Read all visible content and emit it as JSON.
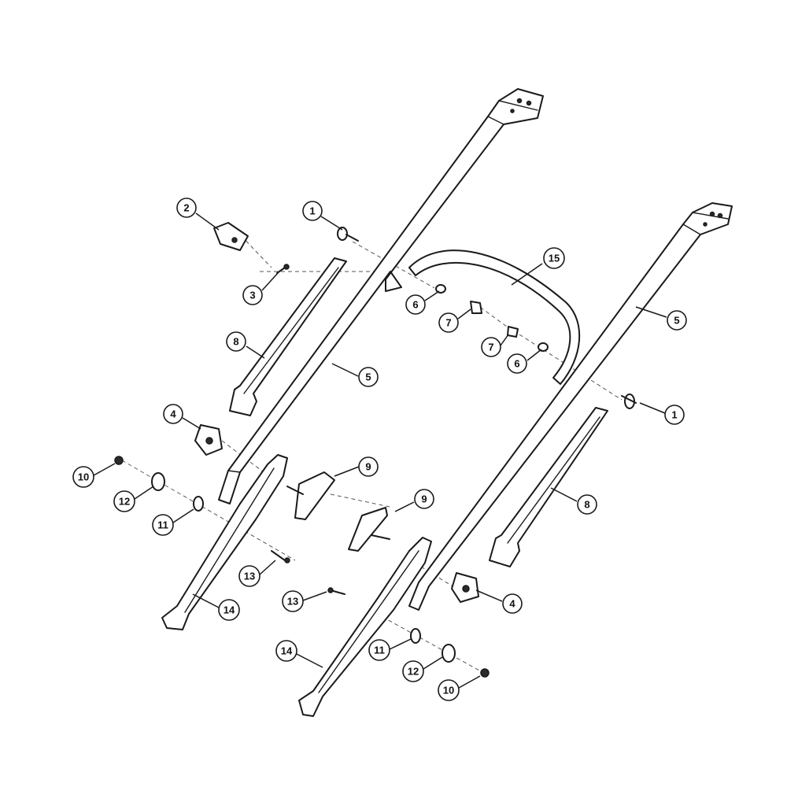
{
  "callouts": [
    {
      "id": "c1a",
      "label": "1"
    },
    {
      "id": "c2",
      "label": "2"
    },
    {
      "id": "c3",
      "label": "3"
    },
    {
      "id": "c15",
      "label": "15"
    },
    {
      "id": "c6a",
      "label": "6"
    },
    {
      "id": "c7a",
      "label": "7"
    },
    {
      "id": "c5a",
      "label": "5"
    },
    {
      "id": "c7b",
      "label": "7"
    },
    {
      "id": "c6b",
      "label": "6"
    },
    {
      "id": "c8a",
      "label": "8"
    },
    {
      "id": "c5b",
      "label": "5"
    },
    {
      "id": "c1b",
      "label": "1"
    },
    {
      "id": "c4a",
      "label": "4"
    },
    {
      "id": "c10a",
      "label": "10"
    },
    {
      "id": "c9a",
      "label": "9"
    },
    {
      "id": "c12a",
      "label": "12"
    },
    {
      "id": "c9b",
      "label": "9"
    },
    {
      "id": "c11a",
      "label": "11"
    },
    {
      "id": "c8b",
      "label": "8"
    },
    {
      "id": "c13a",
      "label": "13"
    },
    {
      "id": "c14a",
      "label": "14"
    },
    {
      "id": "c13b",
      "label": "13"
    },
    {
      "id": "c4b",
      "label": "4"
    },
    {
      "id": "c11b",
      "label": "11"
    },
    {
      "id": "c14b",
      "label": "14"
    },
    {
      "id": "c12b",
      "label": "12"
    },
    {
      "id": "c10b",
      "label": "10"
    }
  ],
  "colors": {
    "line": "#1a1a1a",
    "background": "#ffffff"
  }
}
